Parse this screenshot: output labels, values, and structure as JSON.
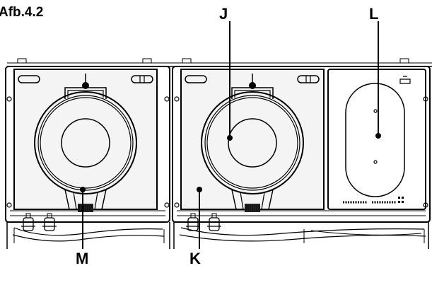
{
  "figure_label": "Afb.4.2",
  "callouts": {
    "J": "J",
    "L": "L",
    "M": "M",
    "K": "K"
  },
  "colors": {
    "line": "#000000",
    "background": "#ffffff",
    "panel_tint": "#f4f4f4"
  }
}
